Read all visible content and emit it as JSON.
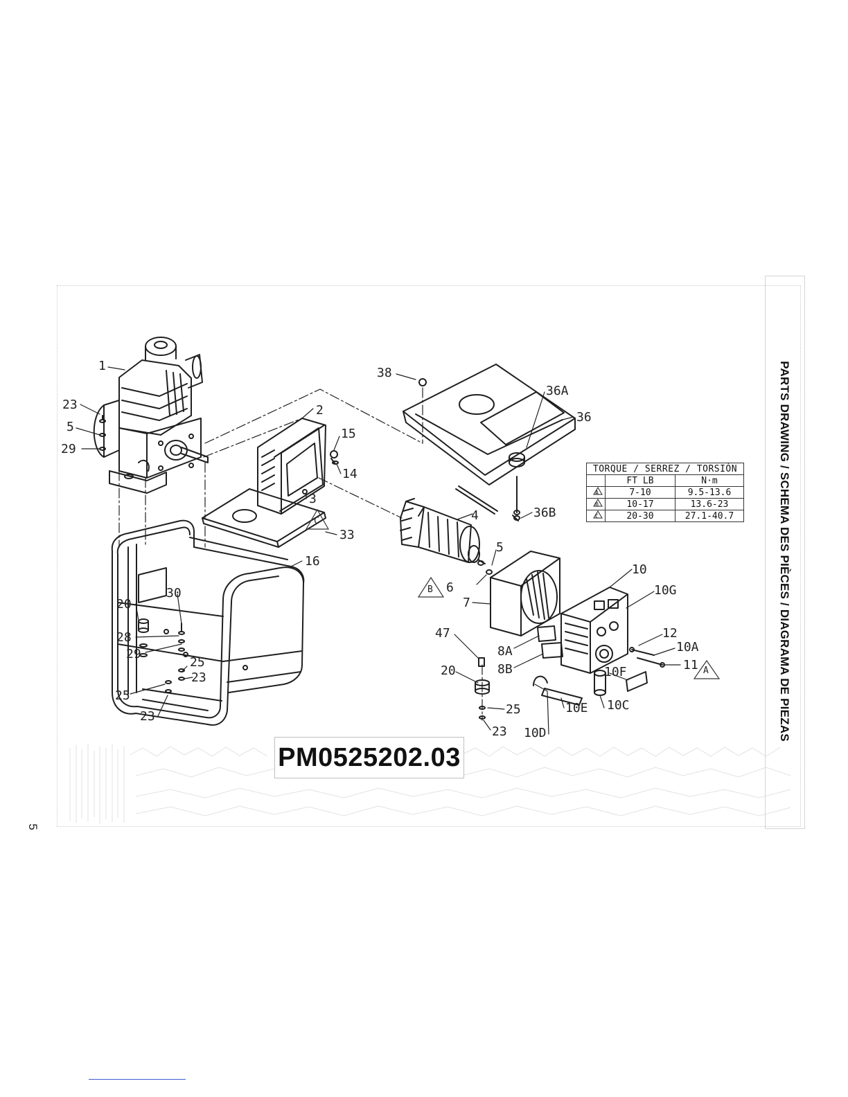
{
  "page": {
    "side_title": "PARTS DRAWING / SCHEMA DES PIÈCES / DIAGRAMA DE PIEZAS",
    "page_number": "5",
    "model_number": "PM0525202.03"
  },
  "torque_table": {
    "header": "TORQUE / SERREZ / TORSIÓN",
    "columns": [
      "",
      "FT LB",
      "N·m"
    ],
    "rows": [
      {
        "symbol": "A",
        "ft_lb": "7-10",
        "nm": "9.5-13.6"
      },
      {
        "symbol": "B",
        "ft_lb": "10-17",
        "nm": "13.6-23"
      },
      {
        "symbol": "C",
        "ft_lb": "20-30",
        "nm": "27.1-40.7"
      }
    ]
  },
  "callouts": {
    "c1": "1",
    "c2": "2",
    "c3": "3",
    "c4": "4",
    "c5a": "5",
    "c5b": "5",
    "c6": "6",
    "c7": "7",
    "c8a": "8A",
    "c8b": "8B",
    "c10": "10",
    "c10a": "10A",
    "c10c": "10C",
    "c10d": "10D",
    "c10e": "10E",
    "c10f": "10F",
    "c10g": "10G",
    "c11": "11",
    "c12": "12",
    "c14": "14",
    "c15": "15",
    "c16": "16",
    "c20a": "20",
    "c20b": "20",
    "c23a": "23",
    "c23b": "23",
    "c23c": "23",
    "c23d": "23",
    "c25a": "25",
    "c25b": "25",
    "c25c": "25",
    "c28": "28",
    "c29a": "29",
    "c29b": "29",
    "c30": "30",
    "c33": "33",
    "c36": "36",
    "c36a": "36A",
    "c36b": "36B",
    "c38": "38",
    "c47": "47"
  },
  "torque_markers": {
    "m3": "C",
    "m6": "B",
    "m11": "A"
  }
}
